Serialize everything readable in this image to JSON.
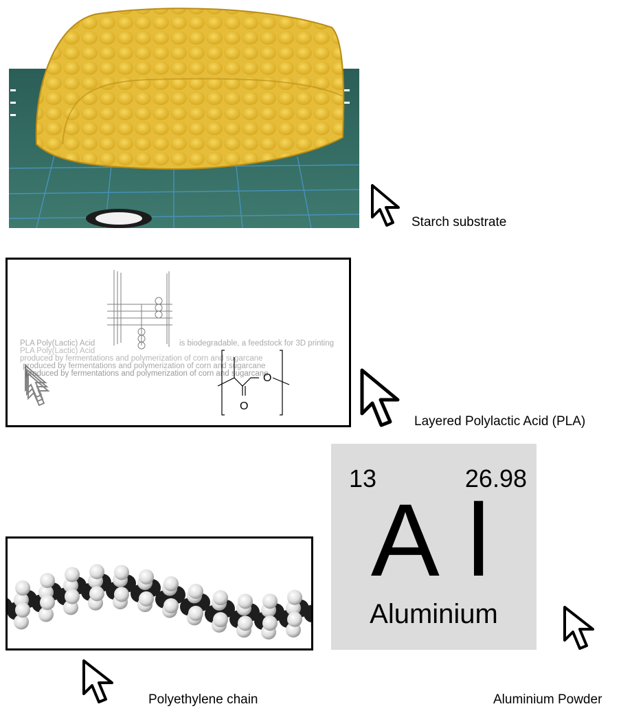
{
  "captions": {
    "starch": "Starch substrate",
    "pla": "Layered Polylactic Acid (PLA)",
    "polyethylene": "Polyethylene chain",
    "aluminium": "Aluminium Powder"
  },
  "pla_panel": {
    "line1_left": "PLA Poly(Lactic) Acid",
    "line1_right": "is biodegradable, a feedstock for 3D printing",
    "line2": "produced by fermentations and polymerization of corn and sugarcane",
    "atom_O_top": "O",
    "atom_O_bottom": "O"
  },
  "element": {
    "atomic_number": "13",
    "atomic_mass": "26.98",
    "symbol": "Al",
    "name": "Aluminium"
  },
  "icons": [
    "cursor-arrow-icon"
  ]
}
